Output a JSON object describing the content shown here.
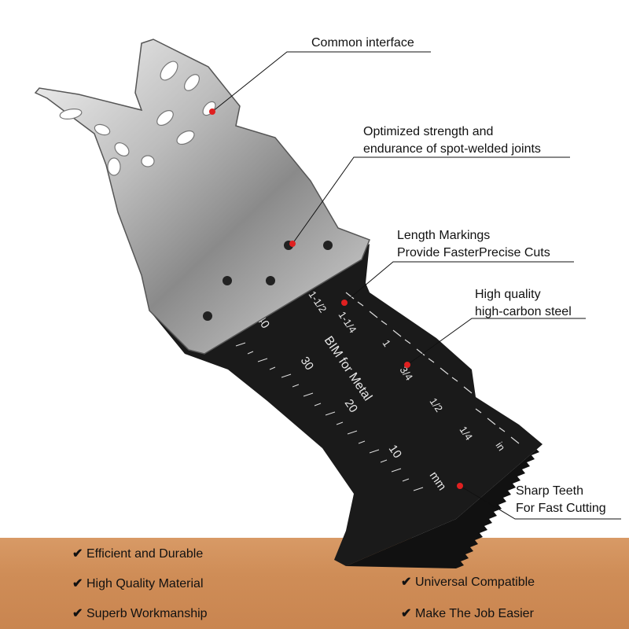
{
  "callouts": {
    "interface": [
      "Common interface"
    ],
    "weld": [
      "Optimized strength and",
      "endurance of spot-welded joints"
    ],
    "markings": [
      "Length Markings",
      "Provide FasterPrecise Cuts"
    ],
    "steel": [
      "High quality",
      "high-carbon steel"
    ],
    "teeth": [
      "Sharp Teeth",
      "For Fast Cutting"
    ]
  },
  "blade": {
    "brand": "BIM for Metal",
    "mm_labels": [
      "40",
      "30",
      "20",
      "10",
      "mm"
    ],
    "inch_labels": [
      "1-1/2",
      "1-1/4",
      "1",
      "3/4",
      "1/2",
      "1/4",
      "in"
    ]
  },
  "features": {
    "left": [
      "Efficient and Durable",
      "High Quality Material",
      "Superb Workmanship"
    ],
    "right": [
      "Universal Compatible",
      "Make The Job Easier"
    ],
    "check": "✔"
  },
  "colors": {
    "accent": "#e02020",
    "wood": "#d08e58",
    "steel": "#c8c8c8",
    "blade": "#1a1a1a"
  }
}
